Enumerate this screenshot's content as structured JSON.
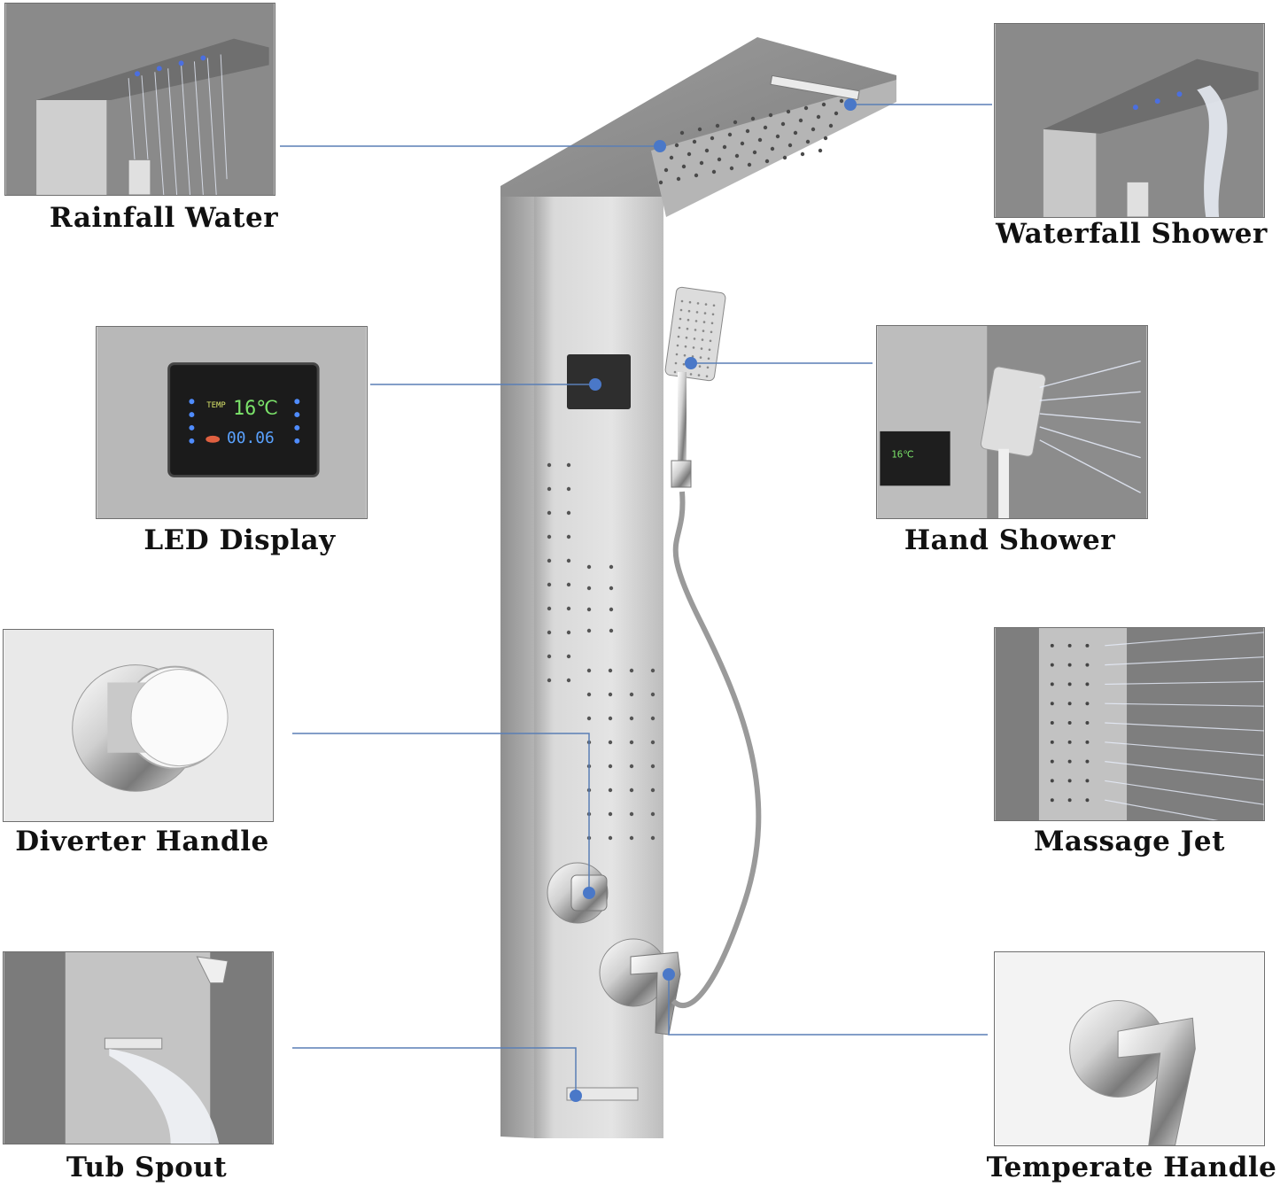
{
  "features": [
    {
      "id": "rainfall",
      "label": "Rainfall Water"
    },
    {
      "id": "waterfall",
      "label": "Waterfall Shower"
    },
    {
      "id": "led",
      "label": "LED Display"
    },
    {
      "id": "hand",
      "label": "Hand Shower"
    },
    {
      "id": "diverter",
      "label": "Diverter Handle"
    },
    {
      "id": "massage",
      "label": "Massage Jet"
    },
    {
      "id": "tub",
      "label": "Tub Spout"
    },
    {
      "id": "temperate",
      "label": "Temperate Handle"
    }
  ],
  "display": {
    "temp_tag": "TEMP",
    "temp_value": "16℃",
    "time_value": "00.06"
  },
  "colors": {
    "callout_line": "#5a7fb5",
    "callout_dot": "#4a78c8",
    "panel_steel": "#cfcfcf",
    "thumb_bg": "#7d7d7d"
  }
}
